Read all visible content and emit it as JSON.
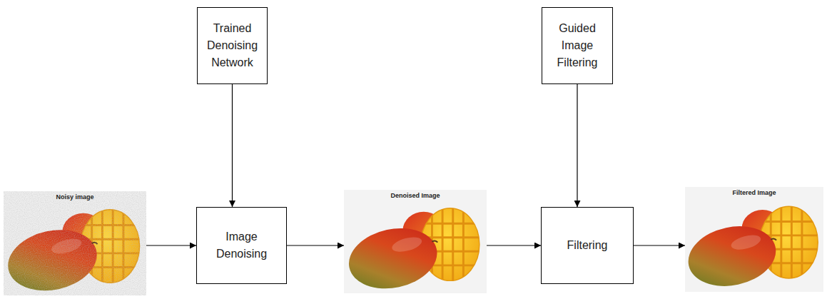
{
  "diagram": {
    "nodes": [
      {
        "text": [
          "Trained Denoising Network"
        ]
      },
      {
        "text": [
          "Guided Image Filtering"
        ]
      },
      {
        "text": [
          "Noisy image"
        ]
      },
      {
        "text": [
          "Image Denoising"
        ]
      },
      {
        "text": [
          "Denoised Image"
        ]
      },
      {
        "text": [
          "Filtering"
        ]
      },
      {
        "text": [
          "Filtered Image"
        ]
      }
    ],
    "edges": [
      {
        "from": 0,
        "to": 3,
        "arrow": "to"
      },
      {
        "from": 1,
        "to": 5,
        "arrow": "to"
      },
      {
        "from": 2,
        "to": 3,
        "arrow": "to"
      },
      {
        "from": 3,
        "to": 4,
        "arrow": "to"
      },
      {
        "from": 4,
        "to": 5,
        "arrow": "to"
      },
      {
        "from": 5,
        "to": 6,
        "arrow": "to"
      }
    ]
  }
}
